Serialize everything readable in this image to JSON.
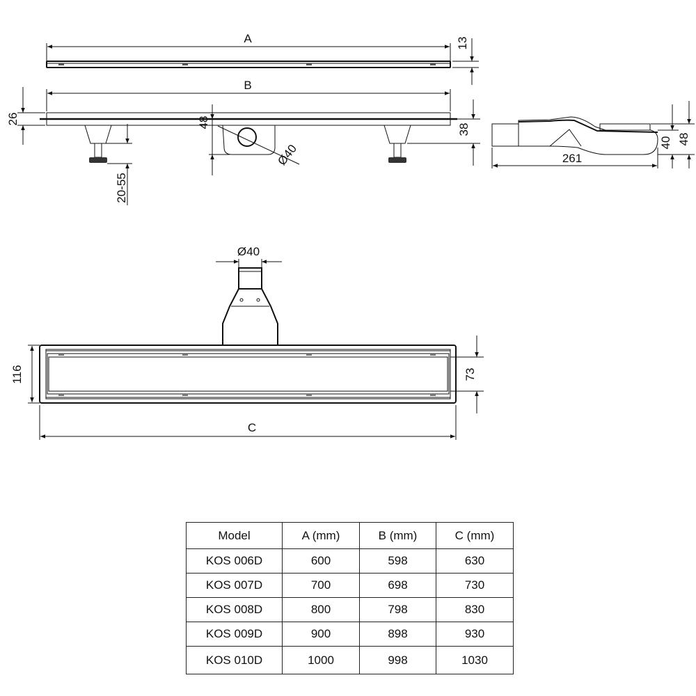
{
  "drawing": {
    "top_view": {
      "length_label": "A",
      "height_label": "13"
    },
    "front_view": {
      "length_label": "B",
      "frame_height": "26",
      "outlet_height": "48",
      "outlet_diameter": "Ø40",
      "foot_range": "20-55",
      "body_height": "38"
    },
    "side_view": {
      "length": "261",
      "inner_height": "40",
      "outer_height": "48"
    },
    "plan_view": {
      "outlet_diameter": "Ø40",
      "width": "116",
      "grate_width": "73",
      "length_label": "C"
    }
  },
  "table": {
    "headers": [
      "Model",
      "A (mm)",
      "B (mm)",
      "C (mm)"
    ],
    "rows": [
      [
        "KOS 006D",
        "600",
        "598",
        "630"
      ],
      [
        "KOS 007D",
        "700",
        "698",
        "730"
      ],
      [
        "KOS 008D",
        "800",
        "798",
        "830"
      ],
      [
        "KOS 009D",
        "900",
        "898",
        "930"
      ],
      [
        "KOS 010D",
        "1000",
        "998",
        "1030"
      ]
    ]
  }
}
